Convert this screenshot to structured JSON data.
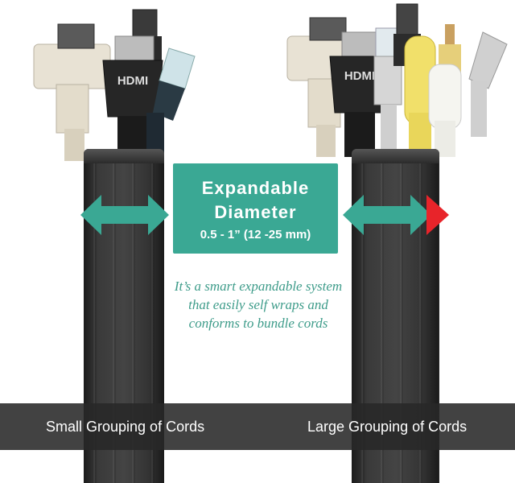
{
  "info_box": {
    "title": "Expandable Diameter",
    "range": "0.5 - 1” (12 -25 mm)"
  },
  "description": "It’s a smart expandable system that easily self wraps and conforms to bundle cords",
  "captions": {
    "left": "Small Grouping of Cords",
    "right": "Large Grouping of Cords"
  },
  "cord_labels": {
    "hdmi": "HDMI"
  },
  "icons": {
    "left_arrow": "double-arrow-icon",
    "right_arrow": "double-arrow-expand-icon"
  },
  "colors": {
    "accent": "#3aa894",
    "arrow_tip": "#e8242a",
    "text_accent": "#3e9c8a",
    "caption_band": "#2b2b2b",
    "sleeve": "#2f2f2f"
  }
}
